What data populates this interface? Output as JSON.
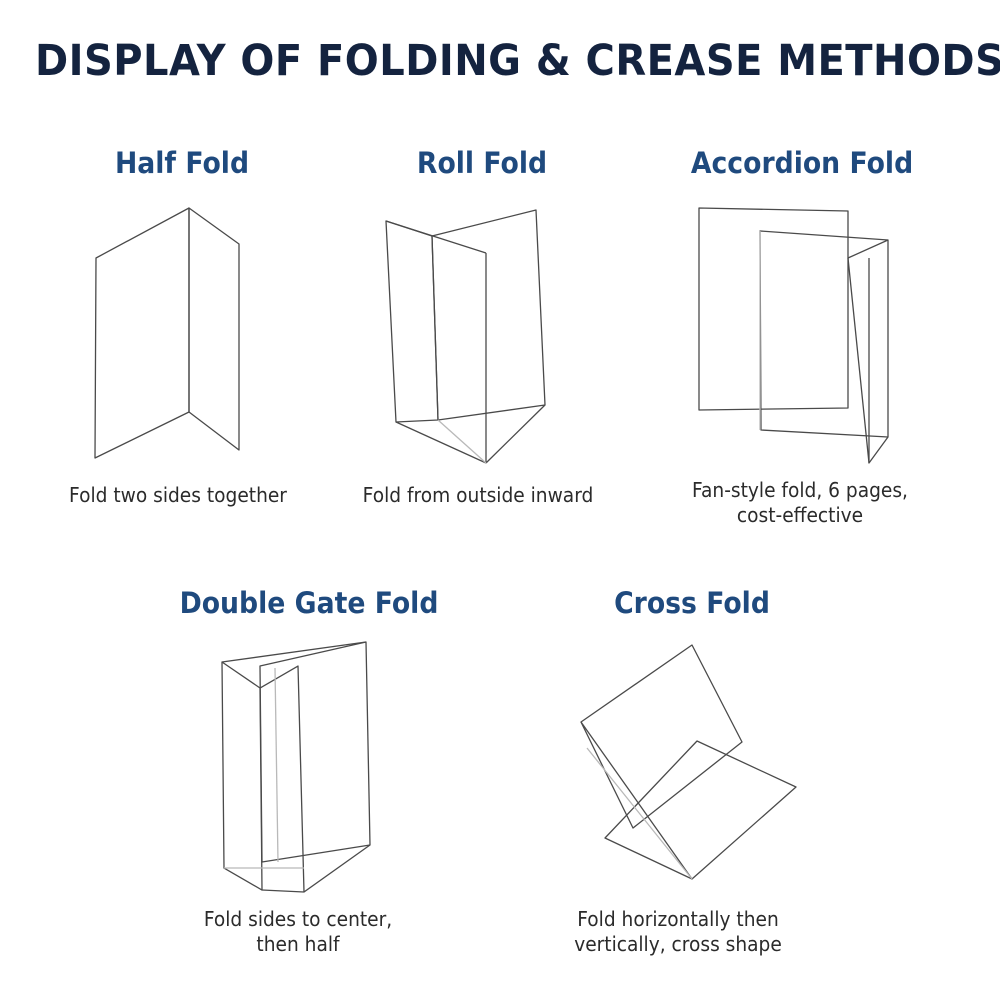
{
  "title": "DISPLAY OF FOLDING & CREASE METHODS",
  "folds": [
    {
      "name": "Half Fold",
      "caption": [
        "Fold two sides together"
      ]
    },
    {
      "name": "Roll Fold",
      "caption": [
        "Fold from outside inward"
      ]
    },
    {
      "name": "Accordion Fold",
      "caption": [
        "Fan-style fold, 6 pages,",
        "cost-effective"
      ]
    },
    {
      "name": "Double Gate Fold",
      "caption": [
        "Fold sides to center,",
        "then half"
      ]
    },
    {
      "name": "Cross Fold",
      "caption": [
        "Fold horizontally then",
        "vertically, cross shape"
      ]
    }
  ]
}
